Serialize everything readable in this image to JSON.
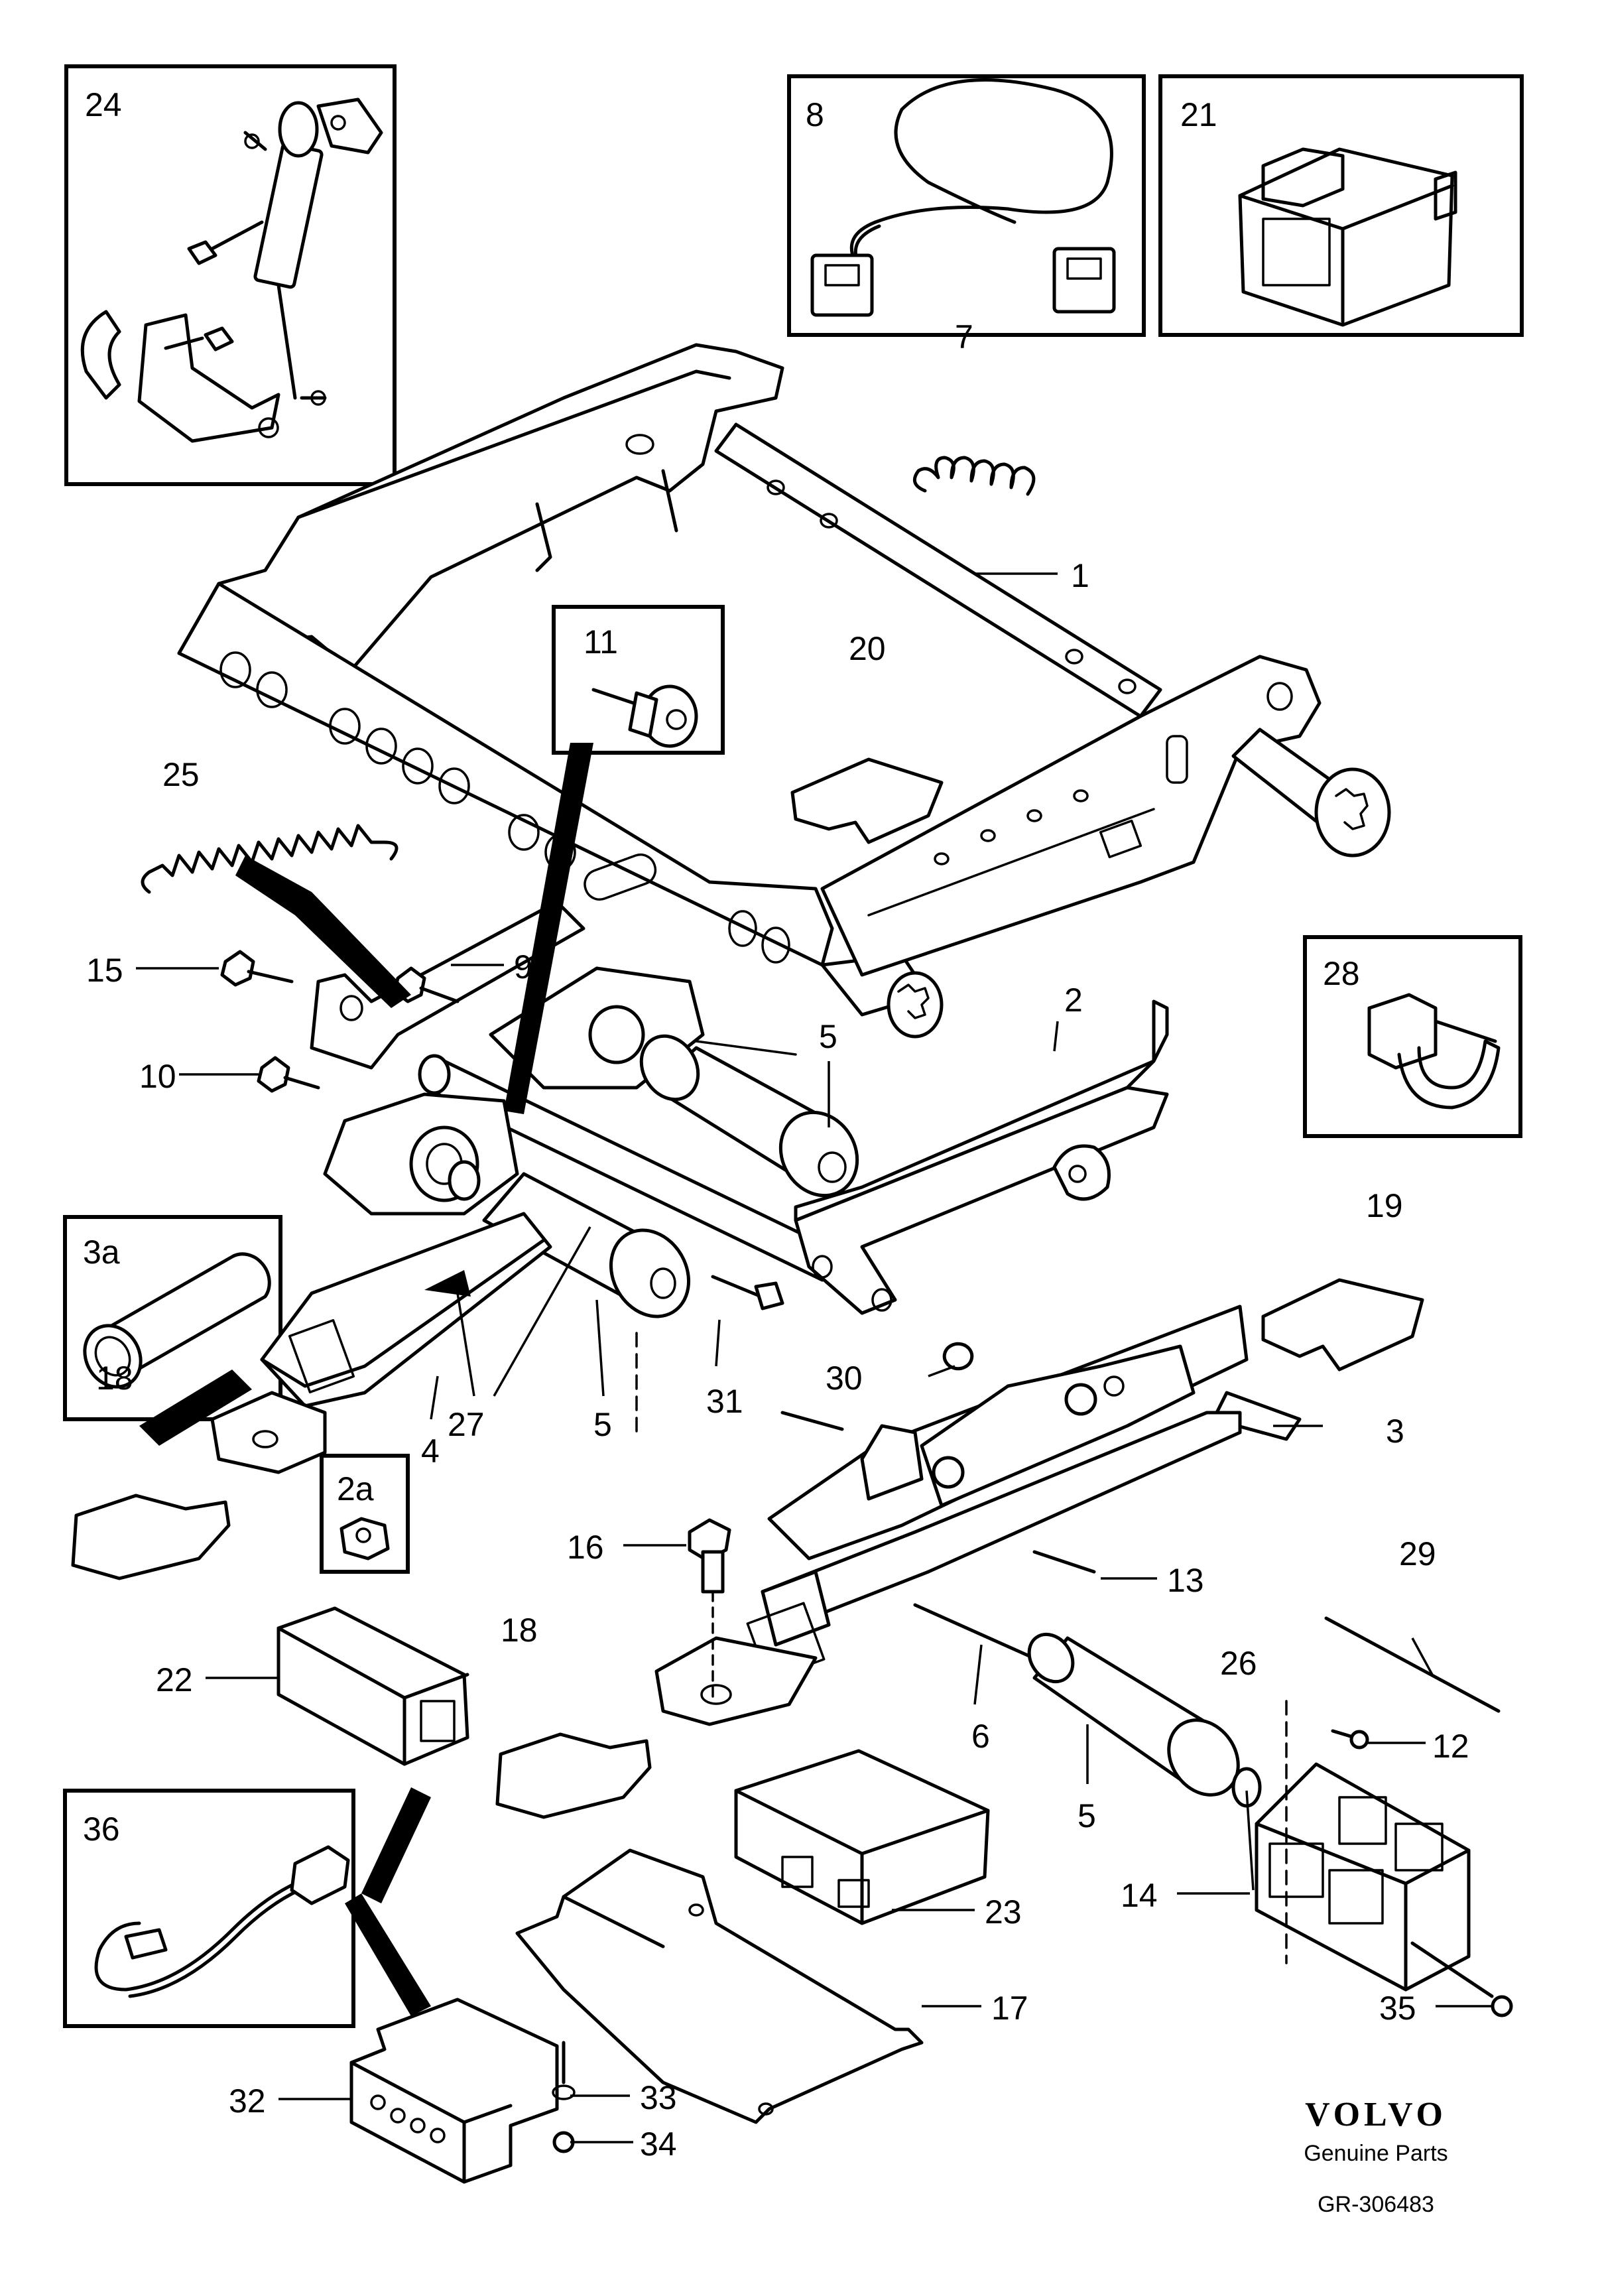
{
  "labels": {
    "p1": "1",
    "p2": "2",
    "p2a": "2a",
    "p3": "3",
    "p3a": "3a",
    "p4": "4",
    "p5a": "5",
    "p5b": "5",
    "p5c": "5",
    "p6": "6",
    "p7": "7",
    "p8": "8",
    "p9": "9",
    "p10": "10",
    "p11": "11",
    "p12": "12",
    "p13": "13",
    "p14": "14",
    "p15": "15",
    "p16": "16",
    "p17": "17",
    "p18a": "18",
    "p18b": "18",
    "p19": "19",
    "p20": "20",
    "p21": "21",
    "p22": "22",
    "p23": "23",
    "p24": "24",
    "p25": "25",
    "p26": "26",
    "p27": "27",
    "p28": "28",
    "p29": "29",
    "p30": "30",
    "p31": "31",
    "p32": "32",
    "p33": "33",
    "p34": "34",
    "p35": "35",
    "p36": "36"
  },
  "branding": {
    "logo": "VOLVO",
    "tagline": "Genuine Parts",
    "ref": "GR-306483"
  }
}
